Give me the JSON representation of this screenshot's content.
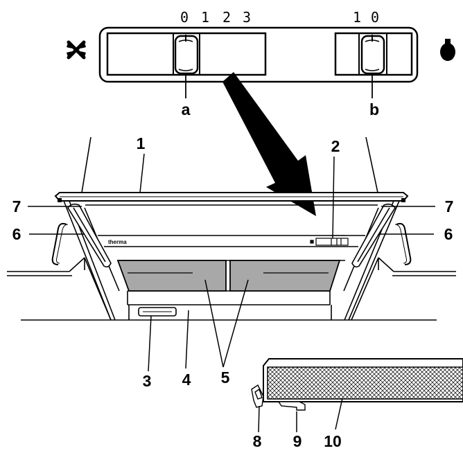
{
  "switch_panel": {
    "fan_scale": [
      "0",
      "1",
      "2",
      "3"
    ],
    "light_scale": [
      "1",
      "0"
    ],
    "fan_icon": "fan-icon",
    "light_icon": "bulb-icon",
    "callout_a": "a",
    "callout_b": "b"
  },
  "hood": {
    "brand": "therma"
  },
  "callouts": [
    "1",
    "2",
    "3",
    "4",
    "5",
    "6",
    "6",
    "7",
    "7",
    "8",
    "9",
    "10"
  ],
  "colors": {
    "line": "#000000",
    "filter_fill": "#a8a8a8",
    "background": "#ffffff"
  }
}
